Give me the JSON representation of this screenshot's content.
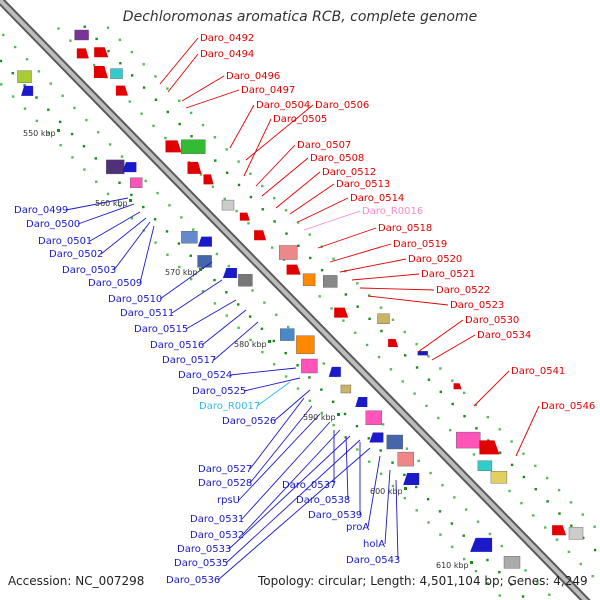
{
  "title": "Dechloromonas aromatica RCB, complete genome",
  "footer": {
    "accession": "Accession: NC_007298",
    "info": "Topology: circular; Length: 4,501,104 bp; Genes: 4,249"
  },
  "colors": {
    "backbone": "#7f7f7f",
    "forward_label": "#e00000",
    "reverse_label": "#1a1ac8",
    "rna_forward_label": "#ff88cc",
    "rna_reverse_label": "#33bbee"
  },
  "kbp_ticks": [
    "550 kbp",
    "560 kbp",
    "570 kbp",
    "580 kbp",
    "590 kbp",
    "600 kbp",
    "610 kbp"
  ],
  "forward_genes": [
    "Daro_0492",
    "Daro_0494",
    "Daro_0496",
    "Daro_0497",
    "Daro_0504",
    "Daro_0506",
    "Daro_0505",
    "Daro_0507",
    "Daro_0508",
    "Daro_0512",
    "Daro_0513",
    "Daro_0514",
    "Daro_R0016",
    "Daro_0518",
    "Daro_0519",
    "Daro_0520",
    "Daro_0521",
    "Daro_0522",
    "Daro_0523",
    "Daro_0530",
    "Daro_0534",
    "Daro_0541",
    "Daro_0546"
  ],
  "reverse_genes": [
    "Daro_0499",
    "Daro_0500",
    "Daro_0501",
    "Daro_0502",
    "Daro_0503",
    "Daro_0509",
    "Daro_0510",
    "Daro_0511",
    "Daro_0515",
    "Daro_0516",
    "Daro_0517",
    "Daro_0524",
    "Daro_0525",
    "Daro_R0017",
    "Daro_0526",
    "Daro_0527",
    "Daro_0528",
    "rpsU",
    "Daro_0531",
    "Daro_0532",
    "Daro_0533",
    "Daro_0535",
    "Daro_0536",
    "Daro_0537",
    "Daro_0538",
    "Daro_0539",
    "proA",
    "holA",
    "Daro_0543"
  ]
}
